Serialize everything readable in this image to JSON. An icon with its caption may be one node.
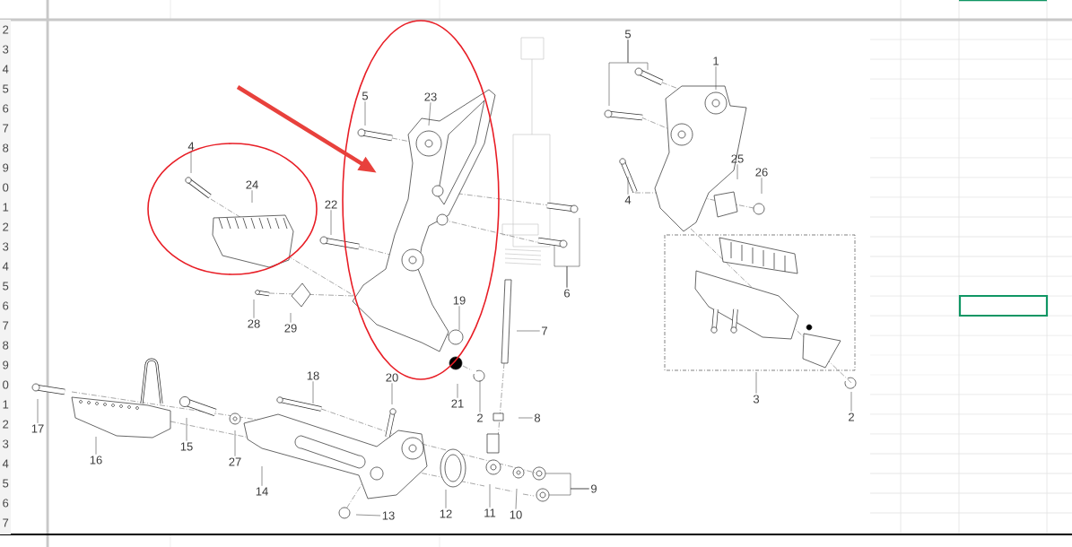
{
  "diagram": {
    "nodes": [
      {
        "text": [],
        "shape": "ellipse"
      },
      {
        "text": [],
        "shape": "ellipse"
      },
      {
        "text": [
          "5"
        ]
      },
      {
        "text": [
          "1"
        ]
      },
      {
        "text": [
          "23"
        ],
        "in": 0
      },
      {
        "text": [
          "5"
        ],
        "in": 0
      },
      {
        "text": [
          "4"
        ]
      },
      {
        "text": [
          "25"
        ]
      },
      {
        "text": [
          "26"
        ]
      },
      {
        "text": [
          "24"
        ],
        "in": 1
      },
      {
        "text": [
          "4"
        ]
      },
      {
        "text": [
          "22"
        ]
      },
      {
        "text": [
          "6"
        ]
      },
      {
        "text": [
          "19"
        ],
        "in": 0
      },
      {
        "text": [
          "28"
        ]
      },
      {
        "text": [
          "29"
        ]
      },
      {
        "text": [
          "7"
        ]
      },
      {
        "text": [
          "18"
        ]
      },
      {
        "text": [
          "20"
        ]
      },
      {
        "text": [
          "3"
        ]
      },
      {
        "text": [
          "21"
        ]
      },
      {
        "text": [
          "2"
        ]
      },
      {
        "text": [
          "2"
        ]
      },
      {
        "text": [
          "8"
        ]
      },
      {
        "text": [
          "17"
        ]
      },
      {
        "text": [
          "15"
        ]
      },
      {
        "text": [
          "16"
        ]
      },
      {
        "text": [
          "27"
        ]
      },
      {
        "text": [
          "14"
        ]
      },
      {
        "text": [
          "9"
        ]
      },
      {
        "text": [
          "12"
        ]
      },
      {
        "text": [
          "11"
        ]
      },
      {
        "text": [
          "10"
        ]
      },
      {
        "text": [
          "13"
        ]
      },
      {
        "text": [],
        "shape": "circle"
      },
      {
        "text": [],
        "shape": "circle"
      }
    ],
    "edges": [
      {
        "from": 2,
        "to": null,
        "arrow": "none"
      },
      {
        "from": 2,
        "to": null,
        "arrow": "none"
      },
      {
        "from": 3,
        "to": null,
        "arrow": "none"
      },
      {
        "from": 4,
        "to": null,
        "arrow": "none"
      },
      {
        "from": 5,
        "to": null,
        "arrow": "none"
      },
      {
        "from": 6,
        "to": null,
        "arrow": "none"
      },
      {
        "from": 7,
        "to": null,
        "arrow": "none"
      },
      {
        "from": 8,
        "to": null,
        "arrow": "none"
      },
      {
        "from": 9,
        "to": null,
        "arrow": "none"
      },
      {
        "from": 10,
        "to": null,
        "arrow": "none"
      },
      {
        "from": 11,
        "to": null,
        "arrow": "none"
      },
      {
        "from": 12,
        "to": null,
        "arrow": "none"
      },
      {
        "from": 12,
        "to": null,
        "arrow": "none"
      },
      {
        "from": 13,
        "to": null,
        "arrow": "none"
      },
      {
        "from": 14,
        "to": null,
        "arrow": "none"
      },
      {
        "from": 15,
        "to": null,
        "arrow": "none"
      },
      {
        "from": 16,
        "to": null,
        "arrow": "none"
      },
      {
        "from": 17,
        "to": null,
        "arrow": "none"
      },
      {
        "from": 18,
        "to": null,
        "arrow": "none"
      },
      {
        "from": 19,
        "to": null,
        "arrow": "none"
      },
      {
        "from": 20,
        "to": null,
        "arrow": "none"
      },
      {
        "from": 21,
        "to": null,
        "arrow": "none"
      },
      {
        "from": 22,
        "to": null,
        "arrow": "none"
      },
      {
        "from": 23,
        "to": null,
        "arrow": "none"
      },
      {
        "from": 24,
        "to": null,
        "arrow": "none"
      },
      {
        "from": 25,
        "to": null,
        "arrow": "none"
      },
      {
        "from": 26,
        "to": null,
        "arrow": "none"
      },
      {
        "from": 27,
        "to": null,
        "arrow": "none"
      },
      {
        "from": 28,
        "to": null,
        "arrow": "none"
      },
      {
        "from": 29,
        "to": 34,
        "arrow": "none"
      },
      {
        "from": 29,
        "to": 35,
        "arrow": "none"
      },
      {
        "from": 30,
        "to": null,
        "arrow": "none"
      },
      {
        "from": 31,
        "to": null,
        "arrow": "none"
      },
      {
        "from": 32,
        "to": null,
        "arrow": "none"
      },
      {
        "from": 33,
        "to": null,
        "arrow": "none"
      },
      {
        "from": null,
        "to": 0,
        "arrow": "to",
        "style": "thick",
        "color": "#e8413c"
      }
    ],
    "labels": [
      "2",
      "3",
      "4",
      "5",
      "6",
      "7",
      "8",
      "9",
      "0",
      "1",
      "2",
      "3",
      "4",
      "5",
      "6",
      "7",
      "8",
      "9",
      "0",
      "1",
      "2",
      "3",
      "4",
      "5",
      "6",
      "7"
    ]
  }
}
